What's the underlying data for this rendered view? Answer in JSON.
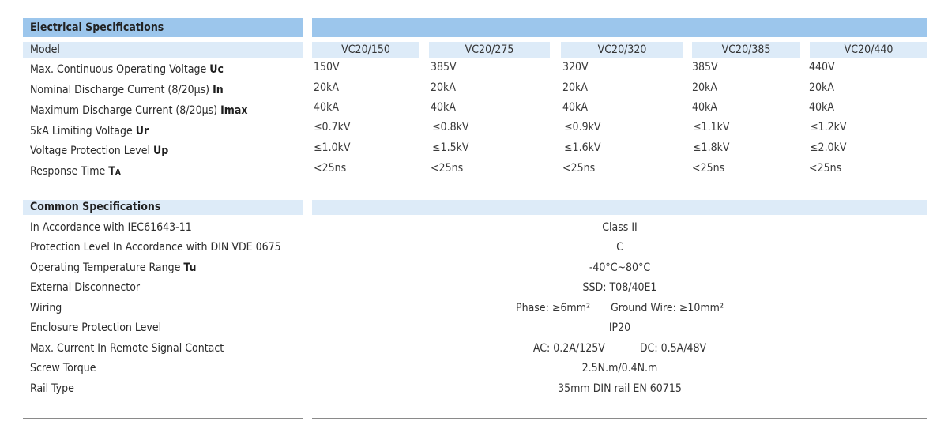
{
  "electrical": {
    "title": "Electrical Specifications",
    "model_label": "Model",
    "models": [
      "VC20/150",
      "VC20/275",
      "VC20/320",
      "VC20/385",
      "VC20/440"
    ],
    "rows": [
      {
        "label": "Max. Continuous Operating Voltage ",
        "sym": "Uc",
        "sub": "",
        "values": [
          "150V",
          "385V",
          "320V",
          "385V",
          "440V"
        ]
      },
      {
        "label": "Nominal Discharge Current (8/20μs) ",
        "sym": "In",
        "sub": "",
        "values": [
          "20kA",
          "20kA",
          "20kA",
          "20kA",
          "20kA"
        ]
      },
      {
        "label": "Maximum Discharge Current (8/20μs) ",
        "sym": "Imax",
        "sub": "",
        "values": [
          "40kA",
          "40kA",
          "40kA",
          "40kA",
          "40kA"
        ]
      },
      {
        "label": "5kA Limiting Voltage ",
        "sym": "Ur",
        "sub": "",
        "values": [
          "≤0.7kV",
          "≤0.8kV",
          "≤0.9kV",
          "≤1.1kV",
          "≤1.2kV"
        ]
      },
      {
        "label": "Voltage Protection Level ",
        "sym": "Up",
        "sub": "",
        "values": [
          "≤1.0kV",
          "≤1.5kV",
          "≤1.6kV",
          "≤1.8kV",
          "≤2.0kV"
        ]
      },
      {
        "label": "Response Time ",
        "sym": "T",
        "sub": "A",
        "values": [
          "<25ns",
          "<25ns",
          "<25ns",
          "<25ns",
          "<25ns"
        ]
      }
    ]
  },
  "common": {
    "title": "Common Specifications",
    "rows": [
      {
        "label": "In Accordance with IEC61643-11",
        "sym": "",
        "value": "Class II"
      },
      {
        "label": "Protection Level In Accordance with DIN VDE 0675",
        "sym": "",
        "value": "C"
      },
      {
        "label": "Operating Temperature Range ",
        "sym": "Tu",
        "value": "-40°C~80°C"
      },
      {
        "label": "External Disconnector",
        "sym": "",
        "value": "SSD: T08/40E1"
      },
      {
        "label": "Wiring",
        "sym": "",
        "value_a": "Phase: ≥6mm²",
        "value_b": "Ground Wire: ≥10mm²"
      },
      {
        "label": "Enclosure Protection Level",
        "sym": "",
        "value": "IP20"
      },
      {
        "label": "Max. Current In Remote Signal Contact",
        "sym": "",
        "value_a": "AC: 0.2A/125V",
        "value_b": "DC: 0.5A/48V"
      },
      {
        "label": "Screw Torque",
        "sym": "",
        "value": "2.5N.m/0.4N.m"
      },
      {
        "label": "Rail Type",
        "sym": "",
        "value": "35mm DIN rail EN 60715"
      }
    ]
  }
}
